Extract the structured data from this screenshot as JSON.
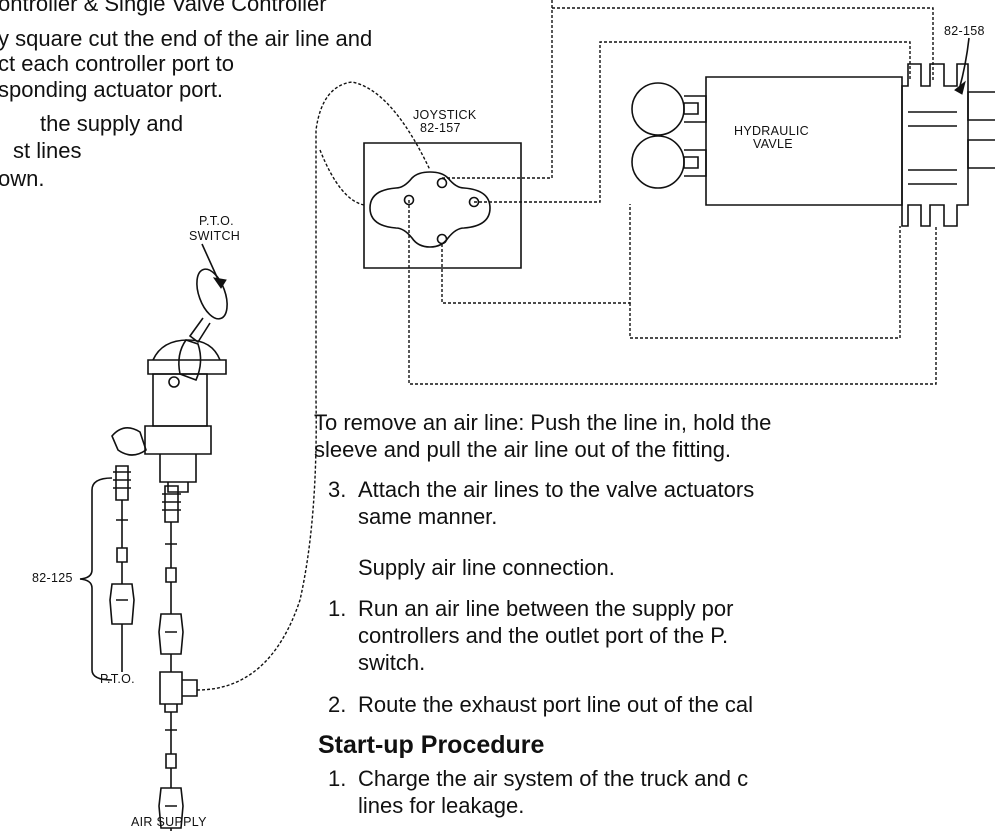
{
  "left_text": {
    "title_fragment": "ontroller & Single Valve Controller",
    "step_text_lines": [
      "y square cut the end of the air line and",
      "ct  each  controller  port  to",
      "sponding actuator port.",
      "the   supply   and",
      "st      lines",
      "own."
    ]
  },
  "diagram_labels": {
    "pto_switch_line1": "P.T.O.",
    "pto_switch_line2": "SWITCH",
    "part_82_125": "82-125",
    "pto": "P.T.O.",
    "air_supply": "AIR SUPPLY",
    "joystick_line1": "JOYSTICK",
    "joystick_line2": "82-157",
    "hydraulic_line1": "HYDRAULIC",
    "hydraulic_line2": "VAVLE",
    "part_82_158": "82-158"
  },
  "right_text": {
    "remove_line1": "To remove an air line:  Push the line in, hold the",
    "remove_line2": "sleeve and pull the air line out of the fitting.",
    "step3_num": "3.",
    "step3_line1": "Attach  the  air  lines  to  the  valve  actuators",
    "step3_line2": "same manner.",
    "supply_heading": "Supply air line connection.",
    "s1_num": "1.",
    "s1_line1": "Run  an  air  line  between  the  supply  por",
    "s1_line2": "controllers  and  the  outlet  port  of  the  P.",
    "s1_line3": "switch.",
    "s2_num": "2.",
    "s2_line1": "Route the exhaust port line out of the cal",
    "startup_heading": "Start-up Procedure",
    "st1_num": "1.",
    "st1_line1": "Charge the air system of the truck and c",
    "st1_line2": "lines for leakage."
  }
}
